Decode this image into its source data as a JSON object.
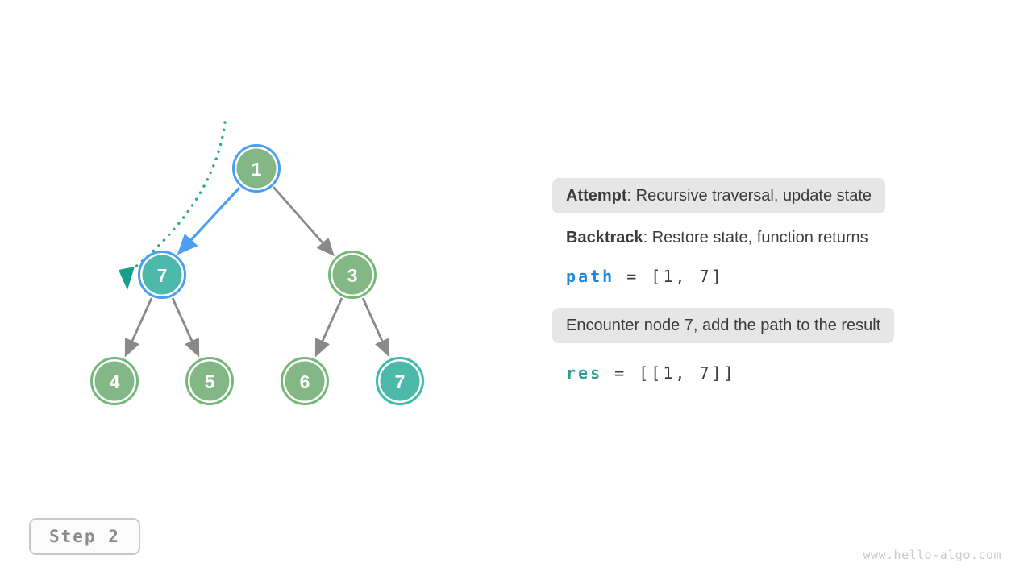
{
  "tree": {
    "nodes": [
      {
        "name": "root",
        "value": "1"
      },
      {
        "name": "left-child",
        "value": "7"
      },
      {
        "name": "right-child",
        "value": "3"
      },
      {
        "name": "leaf-1",
        "value": "4"
      },
      {
        "name": "leaf-2",
        "value": "5"
      },
      {
        "name": "leaf-3",
        "value": "6"
      },
      {
        "name": "leaf-4",
        "value": "7"
      }
    ]
  },
  "panel": {
    "attempt": {
      "label": "Attempt",
      "text": ": Recursive traversal, update state"
    },
    "backtrack": {
      "label": "Backtrack",
      "text": ": Restore state, function returns"
    },
    "path": {
      "var": "path",
      "rest": " = [1, 7]"
    },
    "encounter": {
      "text": "Encounter node 7, add the path to the result"
    },
    "res": {
      "var": "res",
      "rest": " = [[1, 7]]"
    }
  },
  "step": {
    "label": "Step 2"
  },
  "watermark": "www.hello-algo.com",
  "colors": {
    "node_green_fill": "#84b786",
    "node_green_ring": "#74b878",
    "node_teal_fill": "#4cb9ab",
    "node_teal_ring": "#3dbcac",
    "highlight_blue": "#4b9ff2",
    "edge_gray": "#898989",
    "trace_teal": "#2aa98f",
    "trace_arrow_teal": "#14a189",
    "callout_bg": "#e6e6e6",
    "text_dark": "#3b3b3b",
    "code_path_blue": "#1d87e0",
    "code_res_teal": "#2f9e8e"
  }
}
